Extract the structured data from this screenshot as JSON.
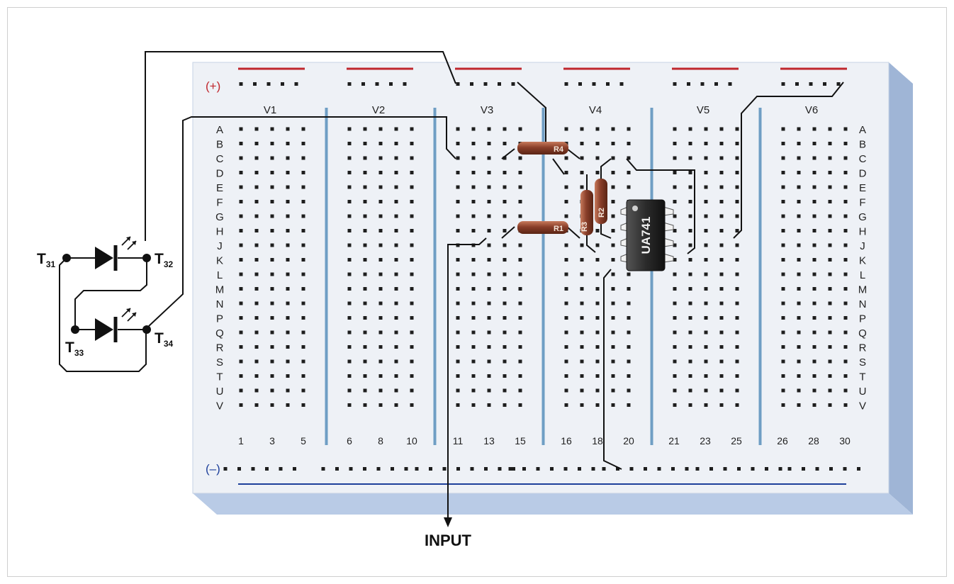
{
  "breadboard": {
    "rail_plus_label": "(+)",
    "rail_minus_label": "(–)",
    "row_labels": [
      "A",
      "B",
      "C",
      "D",
      "E",
      "F",
      "G",
      "H",
      "J",
      "K",
      "L",
      "M",
      "N",
      "P",
      "Q",
      "R",
      "S",
      "T",
      "U",
      "V"
    ],
    "block_labels": [
      "V1",
      "V2",
      "V3",
      "V4",
      "V5",
      "V6"
    ],
    "column_numbers": [
      "1",
      "3",
      "5",
      "6",
      "8",
      "10",
      "11",
      "13",
      "15",
      "16",
      "18",
      "20",
      "21",
      "23",
      "25",
      "26",
      "28",
      "30"
    ]
  },
  "components": {
    "resistor_labels": [
      "R4",
      "R1",
      "R3",
      "R2"
    ],
    "ic_label": "UA741"
  },
  "terminals": {
    "t31": {
      "main": "T",
      "sub": "31"
    },
    "t32": {
      "main": "T",
      "sub": "32"
    },
    "t33": {
      "main": "T",
      "sub": "33"
    },
    "t34": {
      "main": "T",
      "sub": "34"
    }
  },
  "input_label": "INPUT",
  "colors": {
    "board": "#eef1f6",
    "board_edge": "#9fb5d6",
    "divider": "#6f9ec4",
    "rail_plus": "#c0272d",
    "rail_minus": "#1d3f9a",
    "resistor": "#8a3f2a",
    "ic": "#2b2b2b",
    "wire": "#111111"
  }
}
